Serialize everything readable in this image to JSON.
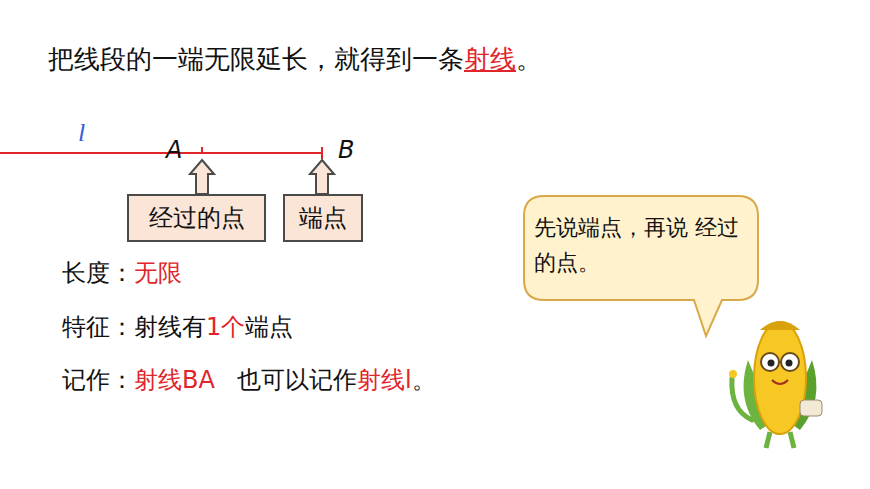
{
  "diagram": {
    "nodes": [
      {
        "text": [
          "经过的点"
        ]
      },
      {
        "text": [
          "端点"
        ]
      },
      {
        "text": [
          "先说端点，再说 经过的点。"
        ]
      }
    ],
    "labels": [
      "把线段的一端无限延长，就得到一条",
      "射线",
      "。",
      "l",
      "A",
      "B",
      "长度：",
      "无限",
      "特征：射线有",
      "1个",
      "端点",
      "记作：",
      "射线BA",
      "也可以记作",
      "射线l",
      "。"
    ]
  }
}
